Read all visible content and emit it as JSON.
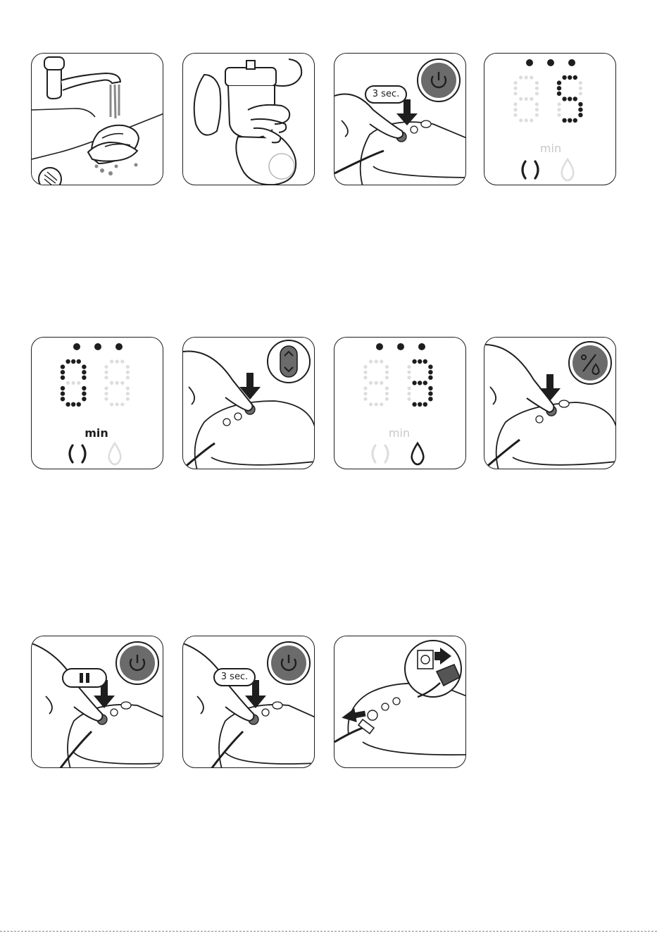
{
  "labels": {
    "three_sec": "3 sec.",
    "min": "min"
  },
  "timers": {
    "timer_a": [
      "",
      "5"
    ],
    "timer_b": [
      "0",
      ""
    ],
    "timer_c": [
      "",
      "3"
    ]
  },
  "colors": {
    "ink": "#1e1e1e",
    "button_gray": "#6b6b6b",
    "faint": "#dddddd",
    "min_faint": "#c8c8c8"
  },
  "icons": [
    "power-icon",
    "chevron-up-icon",
    "chevron-down-icon",
    "percent-drop-icon",
    "pause-icon",
    "water-drop-icon",
    "cycle-icon",
    "arrow-down-icon",
    "plug-socket-icon"
  ]
}
